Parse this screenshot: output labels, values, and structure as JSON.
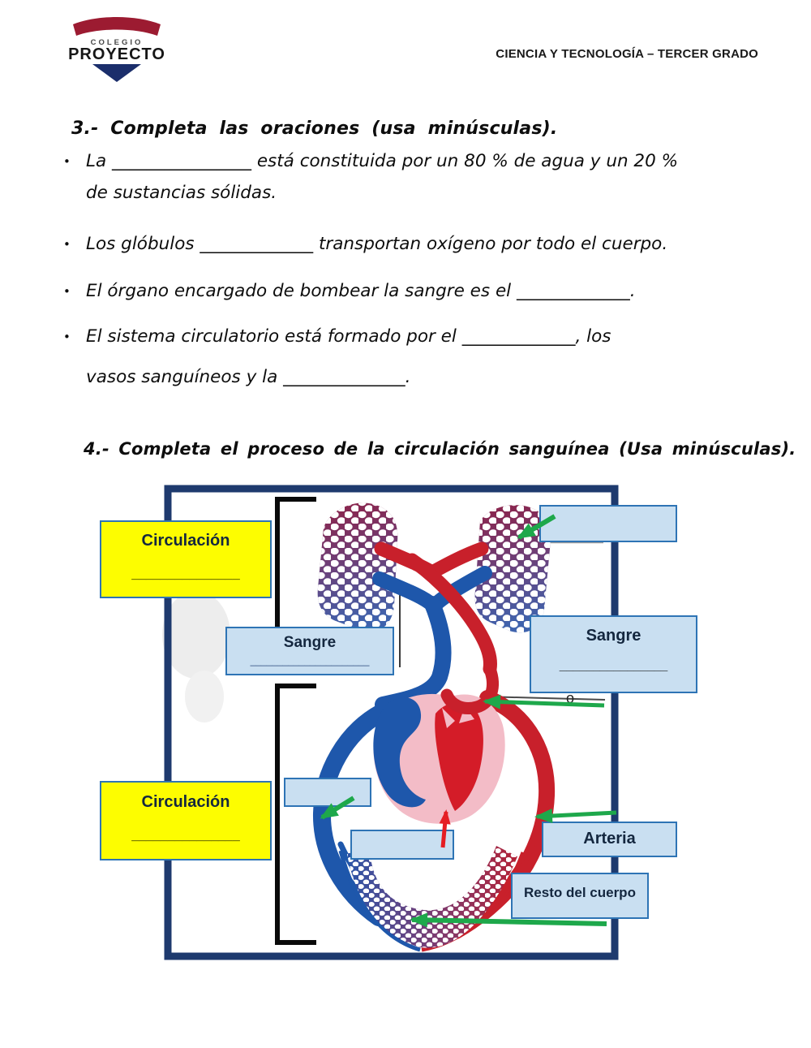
{
  "header": {
    "logo": {
      "line1": "COLEGIO",
      "line2": "PROYECTO"
    },
    "course_title": "CIENCIA Y TECNOLOGÍA – TERCER GRADO"
  },
  "exercise3": {
    "title": "3.- Completa las oraciones (usa minúsculas).",
    "bullet_glyph": "•",
    "items": [
      {
        "l1": "La ________________ está constituida por un 80 % de agua y un 20 %",
        "l2": "de sustancias sólidas."
      },
      {
        "l1": "Los glóbulos _____________ transportan oxígeno por todo el cuerpo.",
        "l2": ""
      },
      {
        "l1": "El órgano encargado de bombear la sangre es el _____________.",
        "l2": ""
      },
      {
        "l1": "El sistema circulatorio está formado por el _____________, los",
        "l2": "vasos sanguíneos y la ______________."
      }
    ]
  },
  "exercise4": {
    "title": "4.- Completa el proceso de la circulación sanguínea (Usa minúsculas).",
    "diagram": {
      "circulacion_top": {
        "title": "Circulación",
        "blank": "_______________"
      },
      "circulacion_bottom": {
        "title": "Circulación",
        "blank": "_______________"
      },
      "sangre_left": {
        "title": "Sangre",
        "blank": "______________________"
      },
      "sangre_right": {
        "title": "Sangre",
        "blank": "________________"
      },
      "lung_answer_box": "",
      "vein_answer_box": "",
      "heart_answer_box": "",
      "arteria_label": "Arteria",
      "resto_label": "Resto del cuerpo",
      "small_o": "o"
    }
  },
  "colors": {
    "accent_green": "#1ea84b",
    "arrow_red": "#e51d23",
    "frame_navy": "#1e3a6e",
    "box_blue_fill": "#c9dff1",
    "box_blue_border": "#2e74b5",
    "box_yellow_fill": "#fdfd00",
    "artery_red": "#c8202b",
    "vein_blue": "#1e57ab",
    "logo_red": "#9c1b31",
    "logo_navy": "#1b2e6b"
  }
}
